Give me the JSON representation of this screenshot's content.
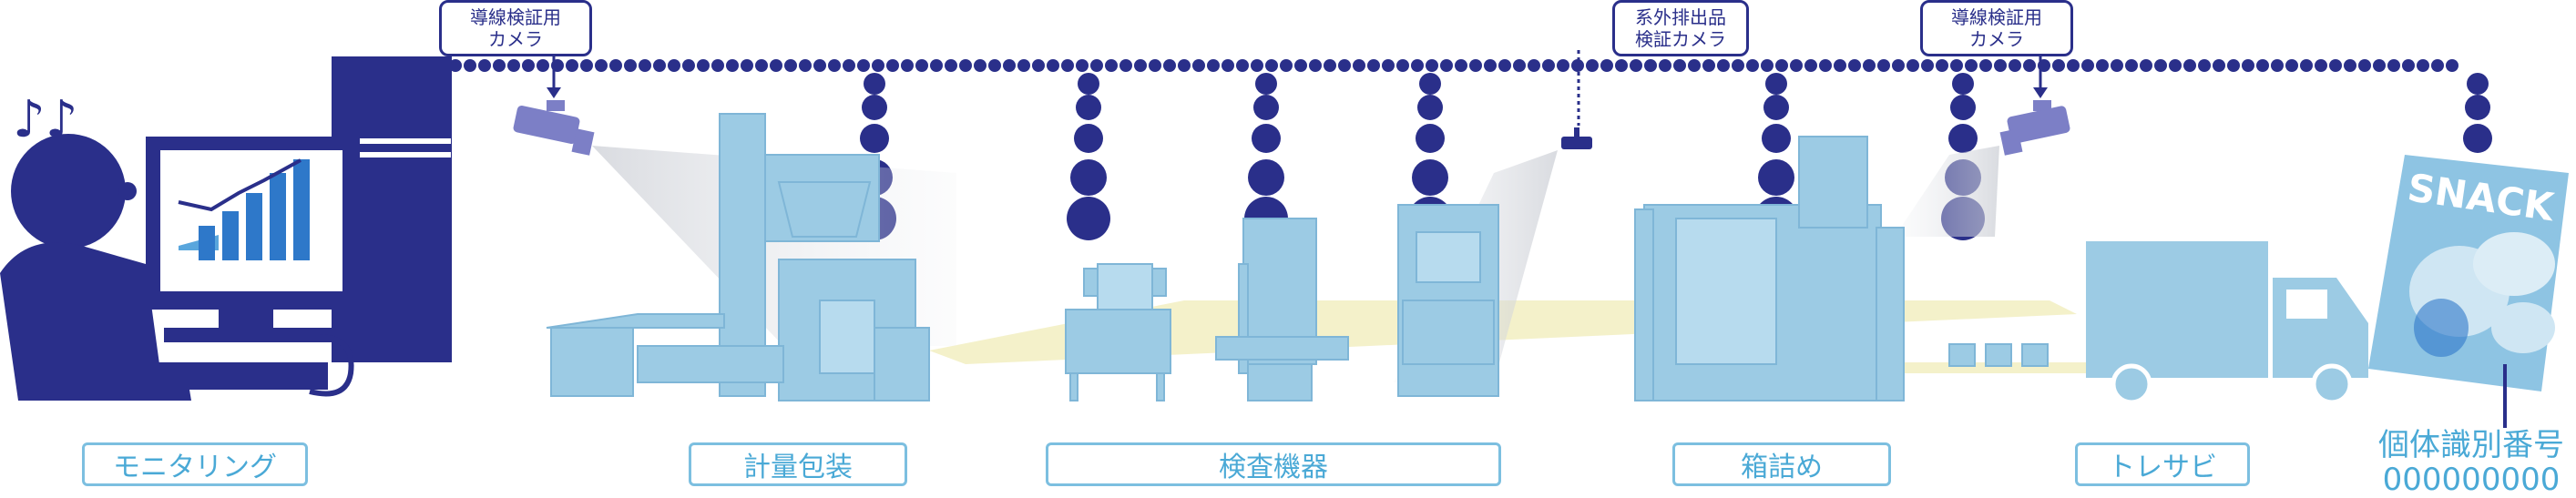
{
  "callouts": {
    "c1": [
      "導線検証用",
      "カメラ"
    ],
    "c2": [
      "系外排出品",
      "検証カメラ"
    ],
    "c3": [
      "導線検証用",
      "カメラ"
    ]
  },
  "stages": [
    "モニタリング",
    "計量包装",
    "検査機器",
    "箱詰め",
    "トレサビ"
  ],
  "package_text": "SNACK",
  "id_label": "個体識別番号",
  "id_number": "000000000",
  "icons": [
    "person-icon",
    "music-notes-icon",
    "monitor-icon",
    "chart-icon",
    "camera-icon",
    "weigher-machine-icon",
    "checkweigher-icon",
    "xray-inspector-icon",
    "case-packer-icon",
    "boxes-icon",
    "truck-icon",
    "snack-bag-icon"
  ],
  "colors": {
    "navy": "#2a2f8a",
    "lightblue": "#9ccbe4",
    "labelblue": "#4aa9d6",
    "conveyor": "#f3f0c4"
  }
}
